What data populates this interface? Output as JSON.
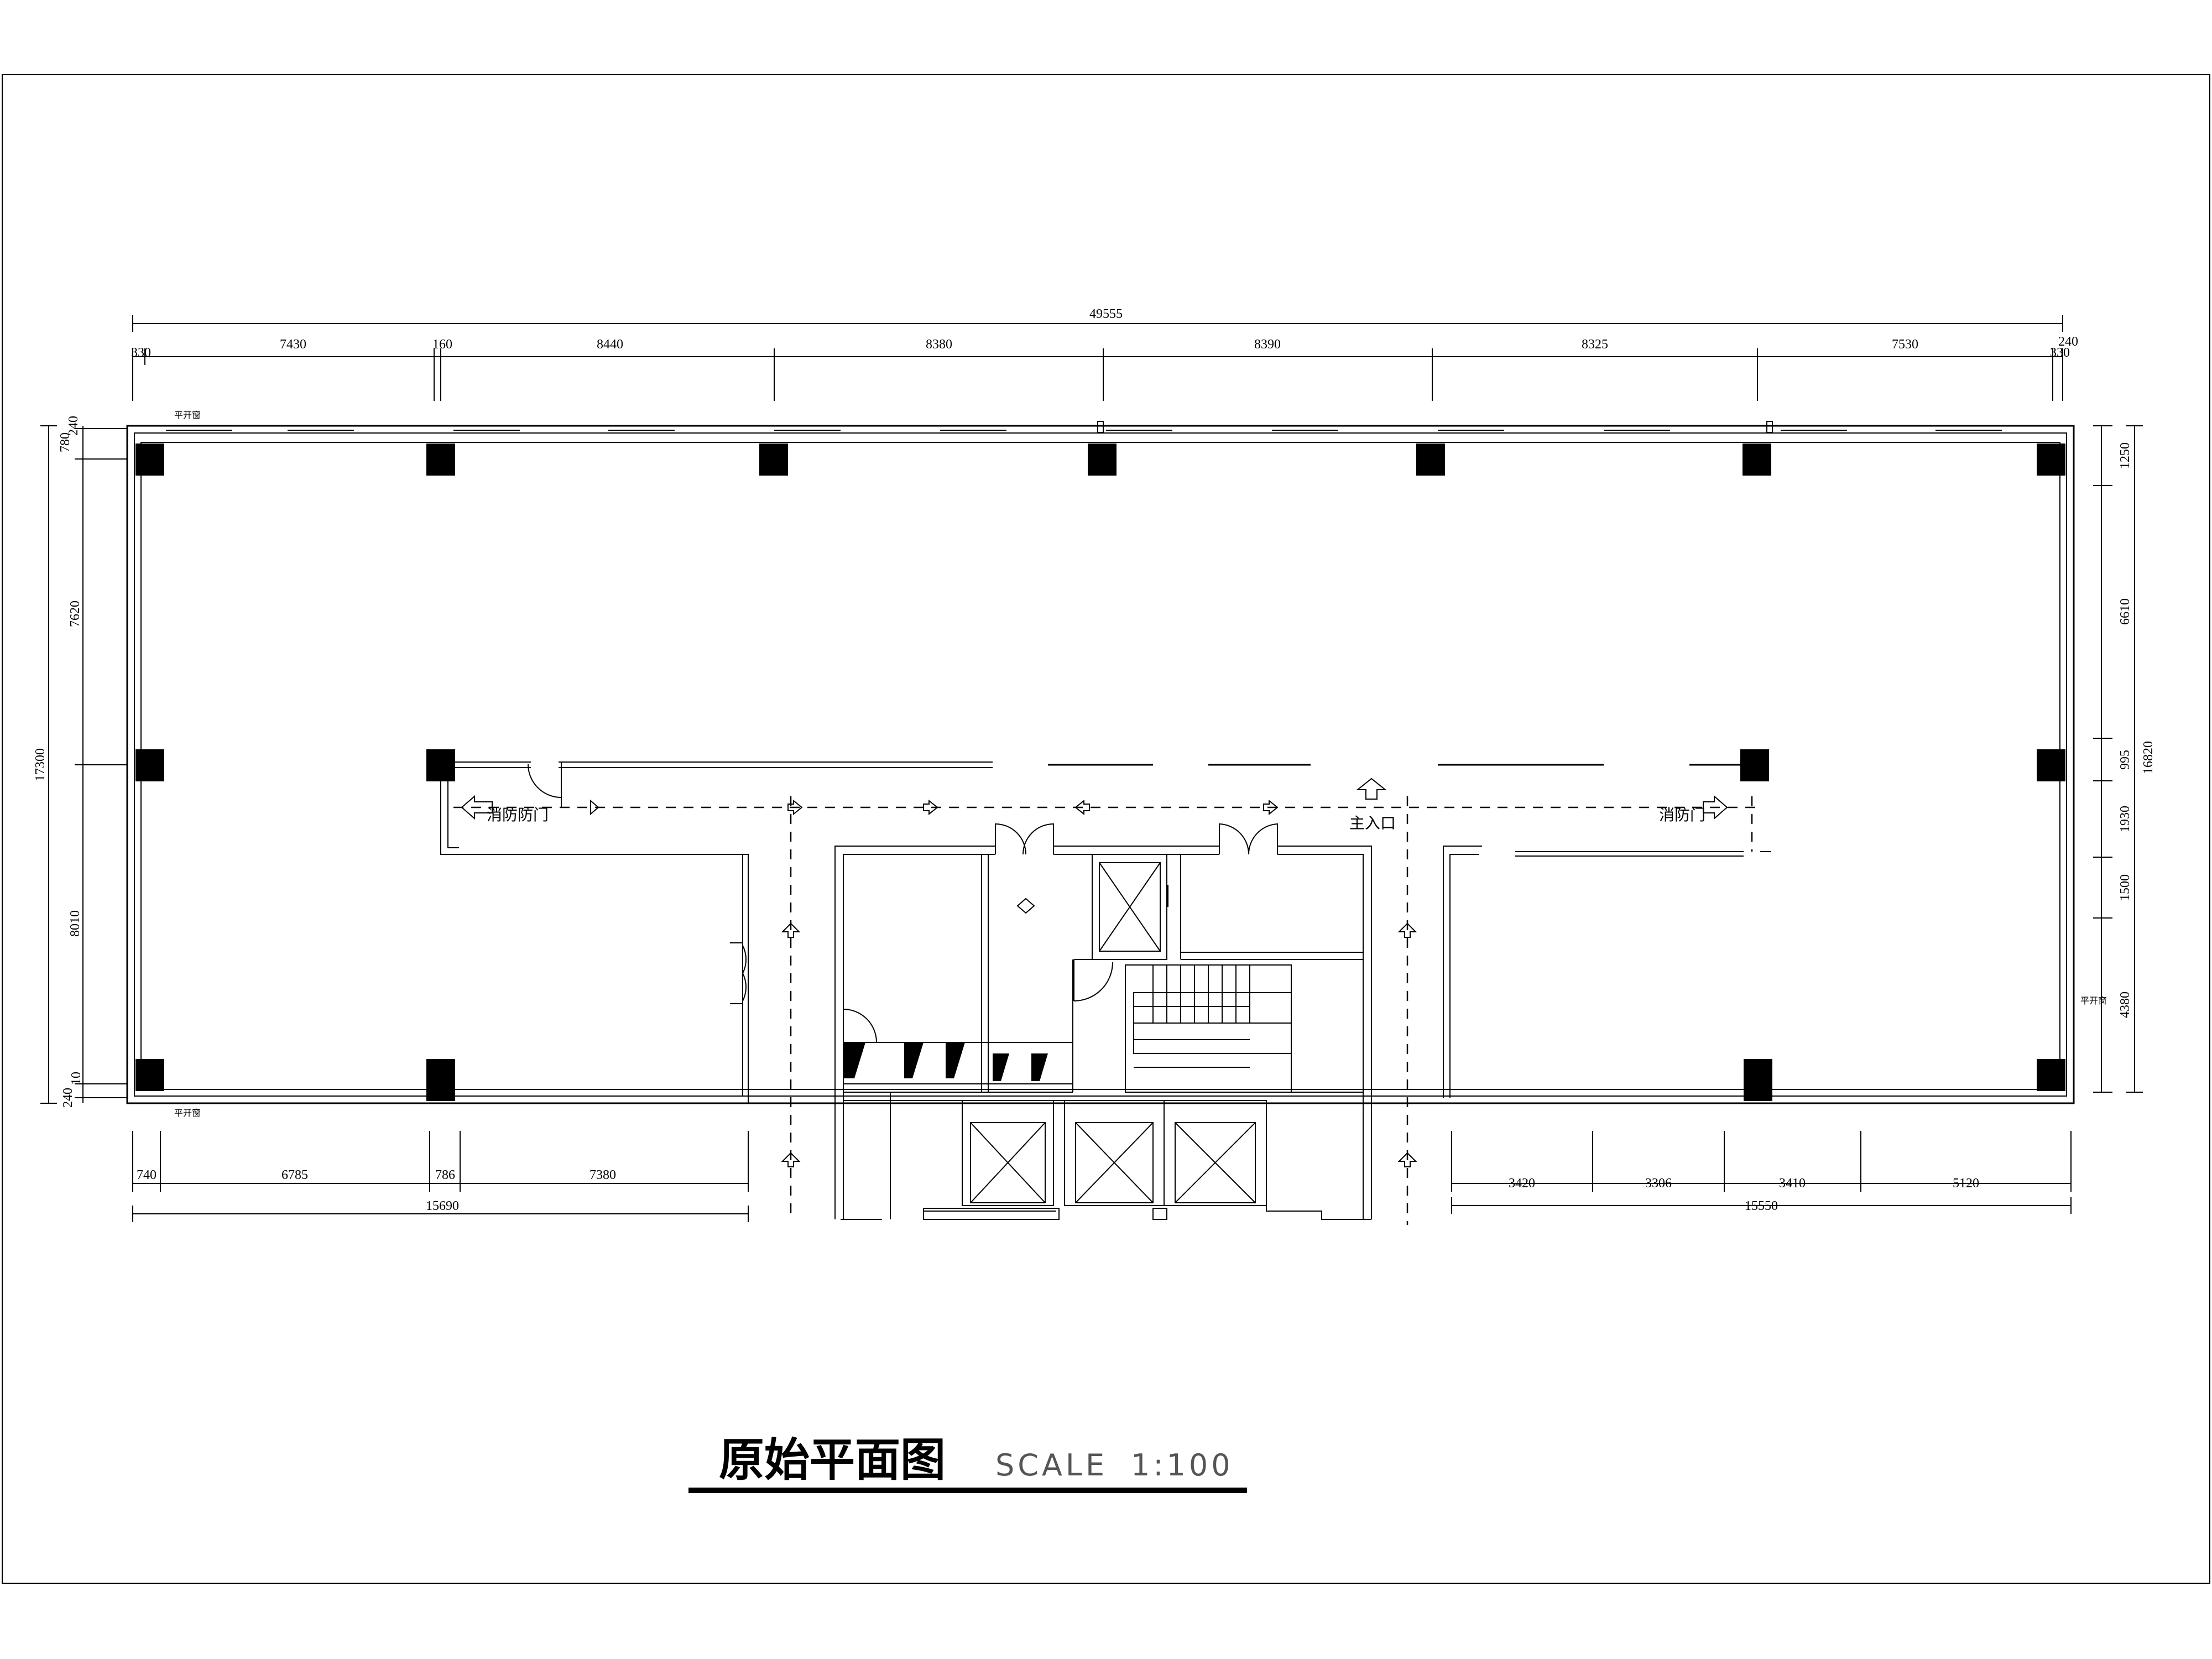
{
  "drawing": {
    "title": "原始平面图",
    "scale_label": "SCALE",
    "scale_value": "1:100"
  },
  "dimensions": {
    "top_total": "49555",
    "top": [
      "330",
      "7430",
      "160",
      "8440",
      "8380",
      "8390",
      "8325",
      "7530",
      "240",
      "330"
    ],
    "left_total": "17300",
    "left": [
      "240",
      "780",
      "7620",
      "8010",
      "240",
      "10"
    ],
    "right_total": "16820",
    "right": [
      "1250",
      "6610",
      "995",
      "1930",
      "1500",
      "4380"
    ],
    "bottom_left_total": "15690",
    "bottom_left": [
      "740",
      "6785",
      "786",
      "7380"
    ],
    "bottom_right_total": "15550",
    "bottom_right": [
      "3420",
      "3306",
      "3410",
      "5120"
    ]
  },
  "labels": {
    "fire_door_left": "消防防门",
    "fire_door_right": "消防门",
    "main_entrance": "主入口",
    "window_top": "平开窗",
    "window_bottom": "平开窗",
    "window_right": "平开窗"
  }
}
